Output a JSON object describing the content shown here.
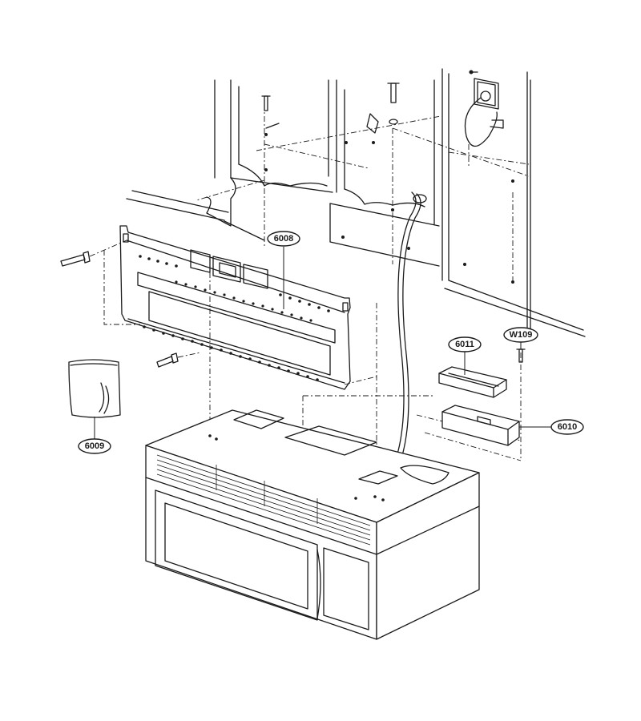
{
  "callouts": [
    {
      "id": "6008",
      "label": "6008"
    },
    {
      "id": "6009",
      "label": "6009"
    },
    {
      "id": "6010",
      "label": "6010"
    },
    {
      "id": "6011",
      "label": "6011"
    },
    {
      "id": "W109",
      "label": "W109"
    }
  ]
}
